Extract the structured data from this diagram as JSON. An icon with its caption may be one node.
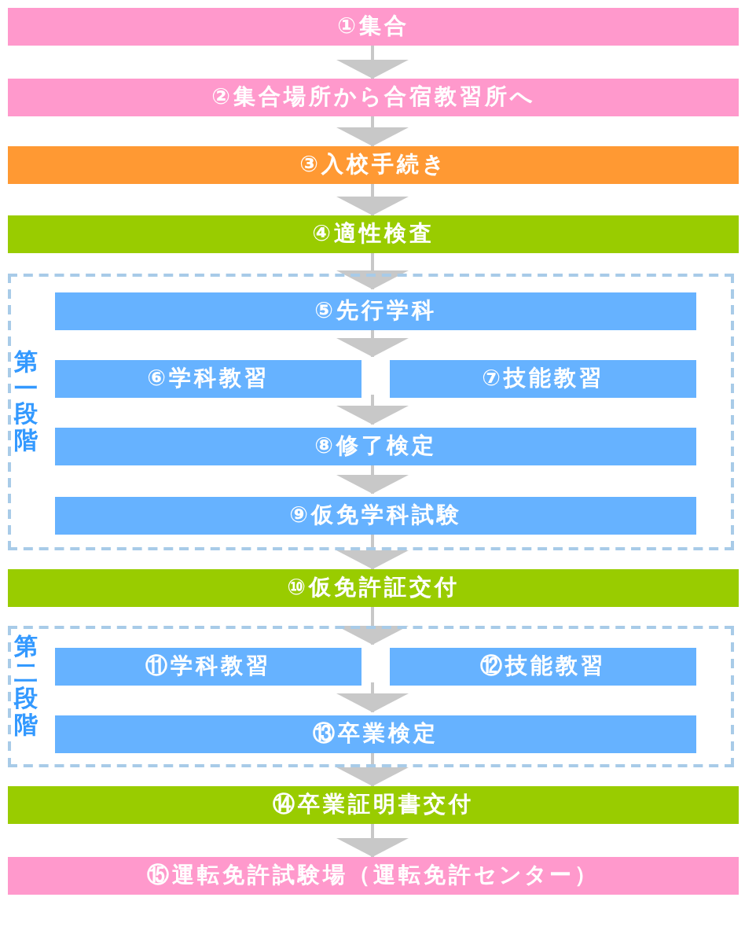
{
  "diagram": {
    "nodes": [
      {
        "text": [
          "①集合"
        ]
      },
      {
        "text": [
          "②集合場所から合宿教習所へ"
        ]
      },
      {
        "text": [
          "③入校手続き"
        ]
      },
      {
        "text": [
          "④適性検査"
        ]
      },
      {
        "text": [
          "第一段階"
        ]
      },
      {
        "text": [
          "⑤先行学科"
        ],
        "in": 4
      },
      {
        "text": [
          "⑥学科教習"
        ],
        "in": 4
      },
      {
        "text": [
          "⑦技能教習"
        ],
        "in": 4
      },
      {
        "text": [
          "⑧修了検定"
        ],
        "in": 4
      },
      {
        "text": [
          "⑨仮免学科試験"
        ],
        "in": 4
      },
      {
        "text": [
          "⑩仮免許証交付"
        ]
      },
      {
        "text": [
          "第二段階"
        ]
      },
      {
        "text": [
          "⑪学科教習"
        ],
        "in": 11
      },
      {
        "text": [
          "⑫技能教習"
        ],
        "in": 11
      },
      {
        "text": [
          "⑬卒業検定"
        ],
        "in": 11
      },
      {
        "text": [
          "⑭卒業証明書交付"
        ]
      },
      {
        "text": [
          "⑮運転免許試験場（運転免許センター）"
        ]
      }
    ],
    "edges": [
      {
        "from": 0,
        "to": 1,
        "arrow": "to"
      },
      {
        "from": 1,
        "to": 2,
        "arrow": "to"
      },
      {
        "from": 2,
        "to": 3,
        "arrow": "to"
      },
      {
        "from": 3,
        "to": 5,
        "arrow": "to"
      },
      {
        "from": 5,
        "to": 6,
        "arrow": "to"
      },
      {
        "from": 5,
        "to": 7,
        "arrow": "to"
      },
      {
        "from": 6,
        "to": 8,
        "arrow": "to"
      },
      {
        "from": 7,
        "to": 8,
        "arrow": "to"
      },
      {
        "from": 8,
        "to": 9,
        "arrow": "to"
      },
      {
        "from": 9,
        "to": 10,
        "arrow": "to"
      },
      {
        "from": 10,
        "to": 12,
        "arrow": "to"
      },
      {
        "from": 10,
        "to": 13,
        "arrow": "to"
      },
      {
        "from": 12,
        "to": 14,
        "arrow": "to"
      },
      {
        "from": 13,
        "to": 14,
        "arrow": "to"
      },
      {
        "from": 14,
        "to": 15,
        "arrow": "to"
      },
      {
        "from": 15,
        "to": 16,
        "arrow": "to"
      }
    ]
  }
}
